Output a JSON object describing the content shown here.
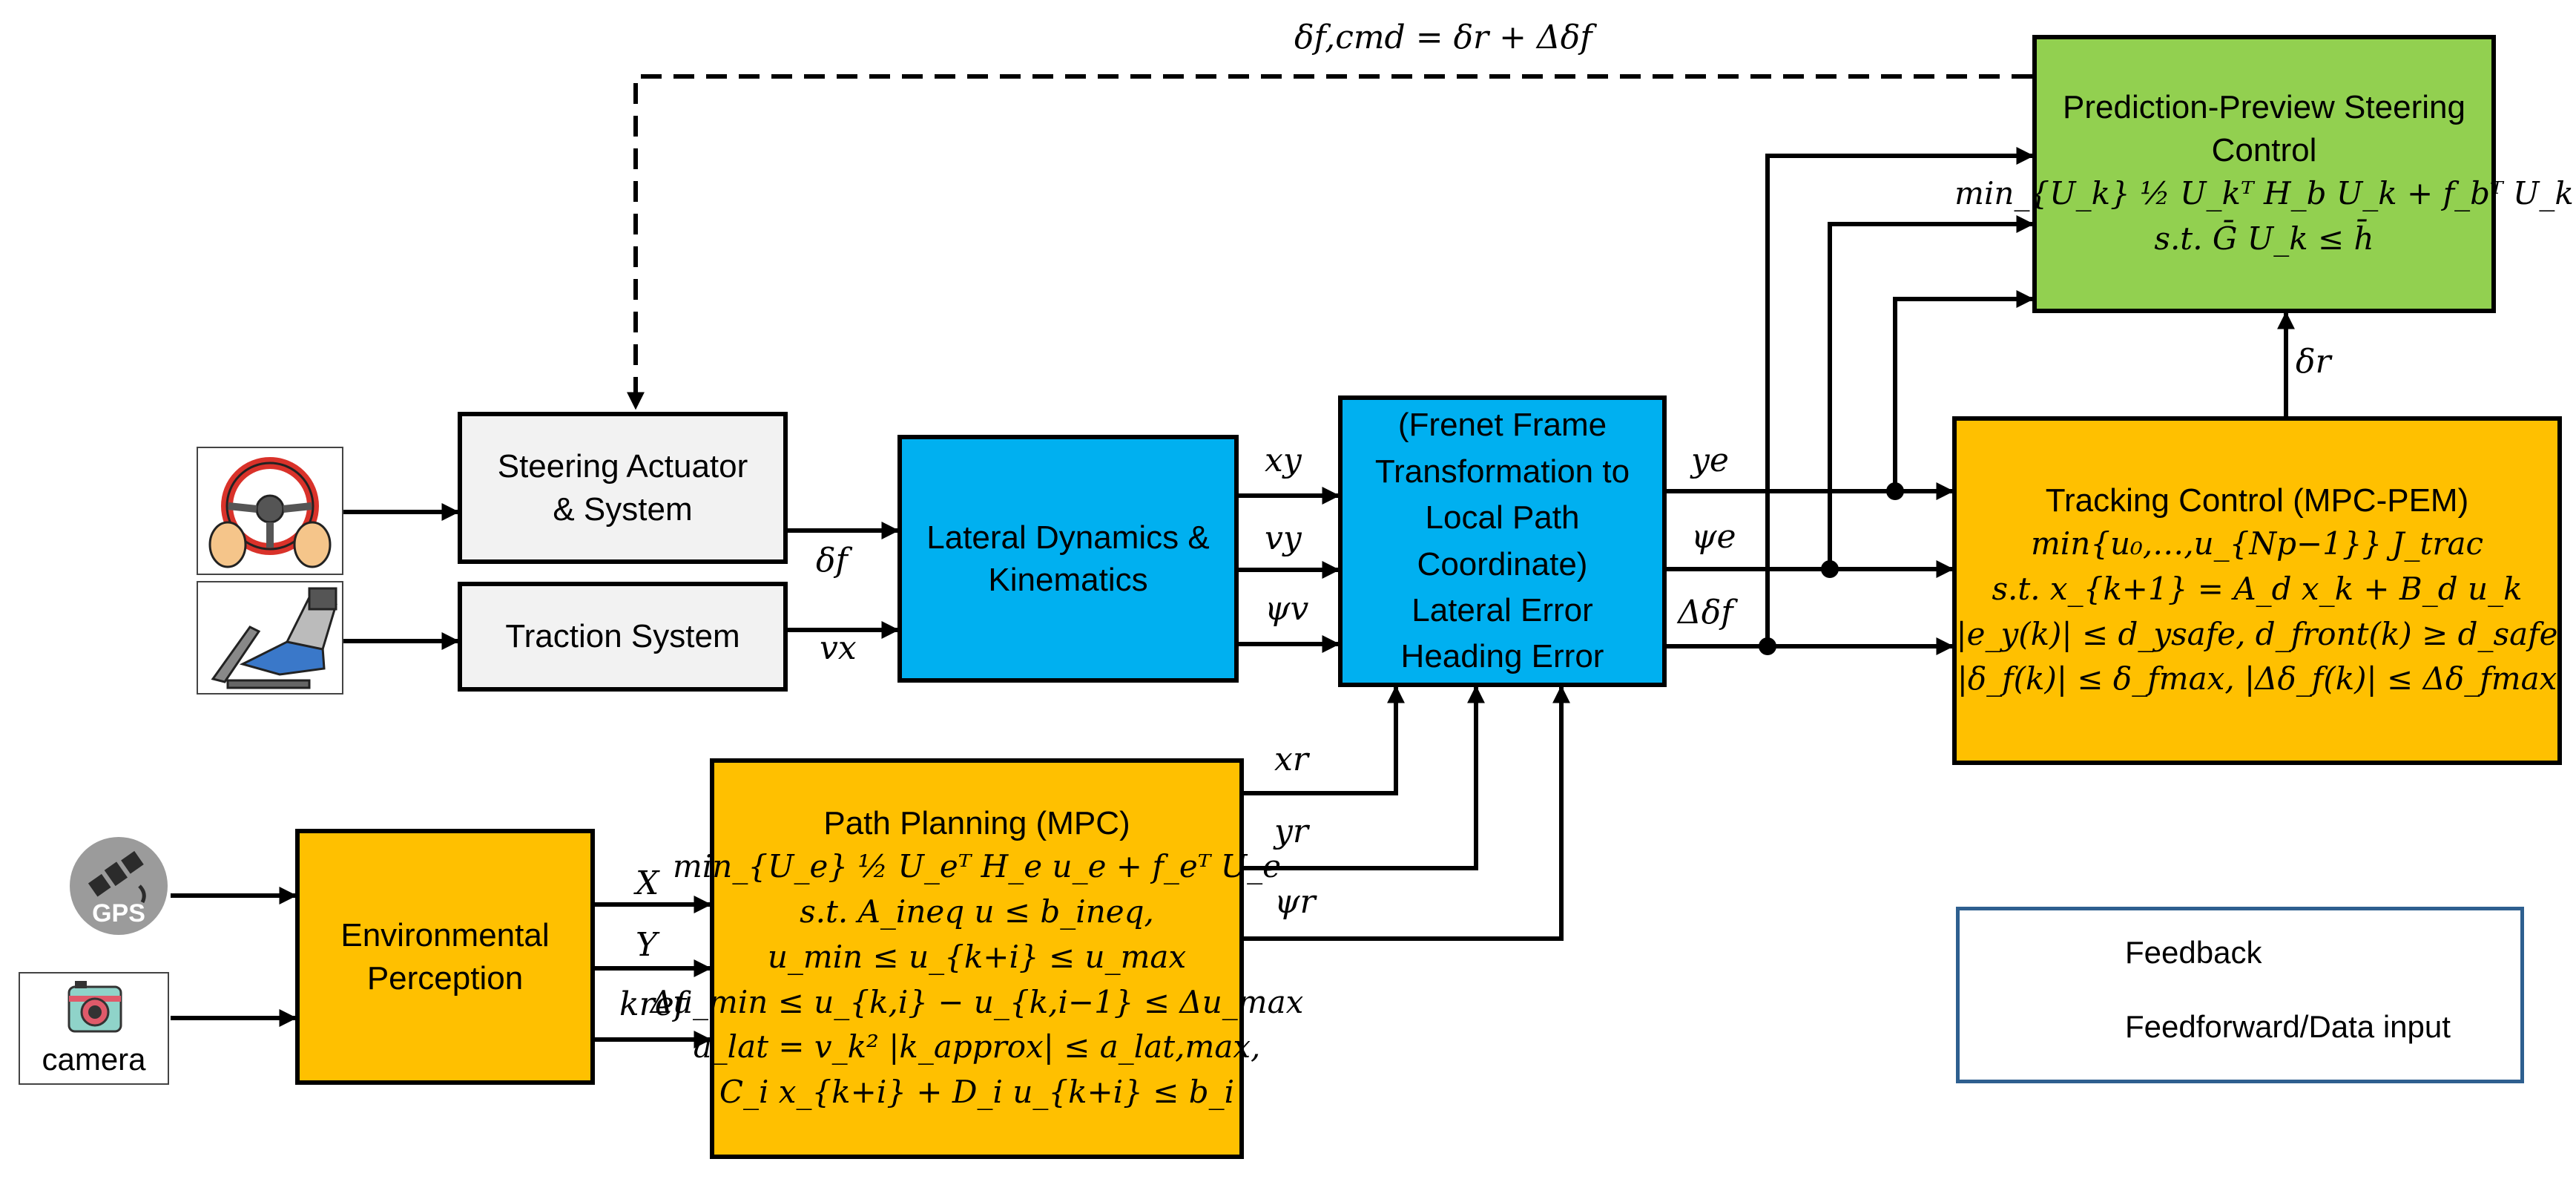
{
  "blocks": {
    "steering_actuator": {
      "line1": "Steering Actuator",
      "line2": "& System"
    },
    "traction": {
      "label": "Traction System"
    },
    "lateral_dynamics": {
      "line1": "Lateral Dynamics &",
      "line2": "Kinematics"
    },
    "frenet": {
      "line1": "(Frenet Frame",
      "line2": "Transformation to",
      "line3": "Local Path",
      "line4": "Coordinate)",
      "line5": "Lateral Error",
      "line6": "Heading Error"
    },
    "tracking": {
      "title": "Tracking Control  (MPC-PEM)",
      "eq1": "min{u₀,…,u_{Np−1}} J_trac",
      "eq2": "s.t. x_{k+1} = A_d x_k + B_d u_k",
      "eq3": "|e_y(k)| ≤ d_ysafe, d_front(k) ≥ d_safe",
      "eq4": "|δ_f(k)| ≤ δ_fmax, |Δδ_f(k)| ≤ Δδ_fmax"
    },
    "preview": {
      "line1": "Prediction-Preview Steering",
      "line2": "Control",
      "eq1": "min_{U_k} ½ U_kᵀ H_b U_k + f_bᵀ U_k",
      "eq2": "s.t. Ḡ U_k ≤ h̄"
    },
    "path_planning": {
      "title": "Path Planning (MPC)",
      "eq1": "min_{U_e} ½ U_eᵀ H_e u_e + f_eᵀ U_e",
      "eq2": "s.t. A_ineq u ≤ b_ineq,",
      "eq3": "u_min ≤ u_{k+i} ≤ u_max",
      "eq4": "Δu_min ≤ u_{k,i} − u_{k,i−1} ≤ Δu_max",
      "eq5": "a_lat = v_k² |k_approx| ≤ a_lat,max,",
      "eq6": "C_i x_{k+i} + D_i u_{k+i} ≤ b_i"
    },
    "perception": {
      "line1": "Environmental",
      "line2": "Perception"
    }
  },
  "signals": {
    "feedback_cmd": "δf,cmd = δr + Δδf",
    "delta_f": "δf",
    "v_x": "vx",
    "x_y": "xy",
    "v_y": "vy",
    "psi_v": "ψv",
    "y_e": "ye",
    "psi_e": "ψe",
    "d_delta_f": "Δδf",
    "delta_r": "δr",
    "x_r": "xr",
    "y_r": "yr",
    "psi_r": "ψr",
    "X": "X",
    "Y": "Y",
    "k_ref": "kref"
  },
  "inputs": {
    "gps": "GPS",
    "camera": "camera"
  },
  "legend": {
    "feedback": "Feedback",
    "feedforward": "Feedforward/Data input"
  },
  "icons": [
    "steering-wheel-icon",
    "pedal-icon",
    "gps-satellite-icon",
    "camera-icon"
  ],
  "colors": {
    "grey_block": "#f2f2f2",
    "blue_block": "#00b0f0",
    "orange_block": "#ffc000",
    "green_block": "#92d050",
    "legend_border": "#2e5f8f"
  }
}
